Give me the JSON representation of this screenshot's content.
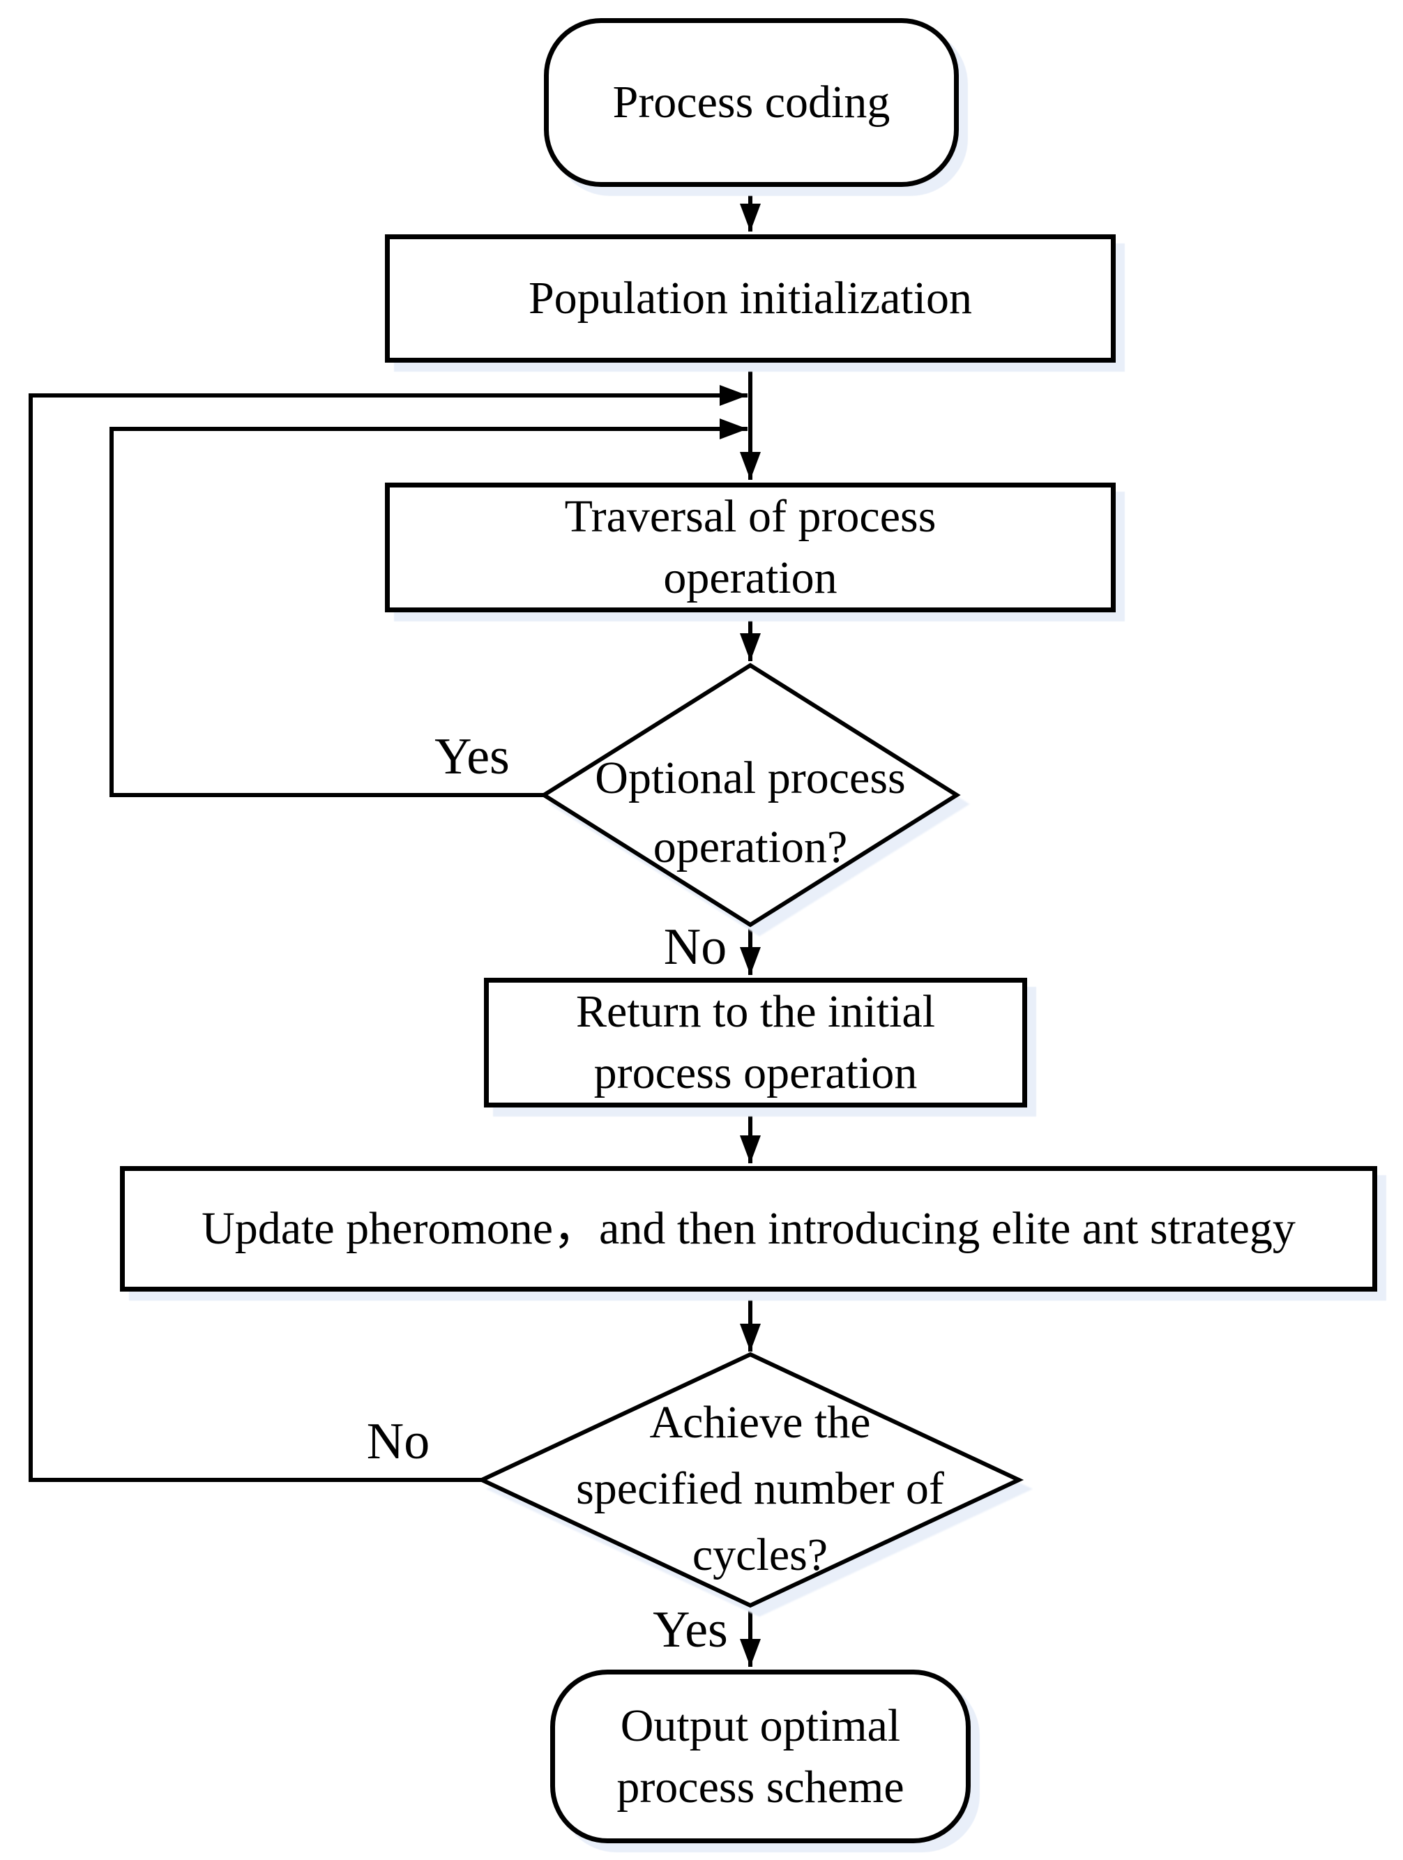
{
  "colors": {
    "background": "#ffffff",
    "stroke": "#000000",
    "node_fill": "#ffffff",
    "shadow": "#e9eff9"
  },
  "nodes": {
    "start": {
      "label": "Process coding"
    },
    "init": {
      "label": "Population initialization"
    },
    "traversal": {
      "line1": "Traversal of process",
      "line2": "operation"
    },
    "decision1": {
      "line1": "Optional process",
      "line2": "operation?"
    },
    "return": {
      "line1": "Return to the initial",
      "line2": "process operation"
    },
    "update": {
      "label": "Update pheromone，and then introducing elite ant strategy"
    },
    "decision2": {
      "line1": "Achieve the",
      "line2": "specified number of",
      "line3": "cycles?"
    },
    "end": {
      "line1": "Output optimal",
      "line2": "process scheme"
    }
  },
  "branch_labels": {
    "decision1_yes": "Yes",
    "decision1_no": "No",
    "decision2_no": "No",
    "decision2_yes": "Yes"
  }
}
